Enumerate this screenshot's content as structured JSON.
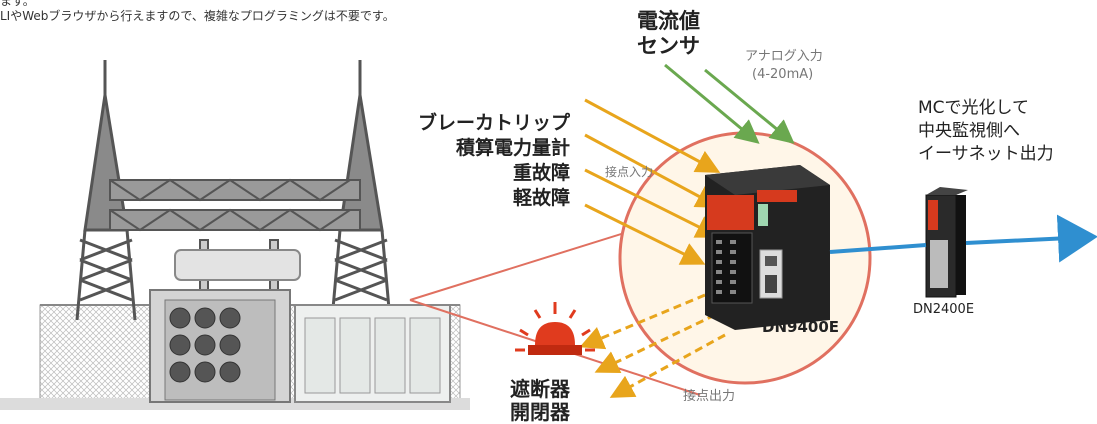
{
  "intro": {
    "line1": "ます。",
    "line2": "LIやWebブラウザから行えますので、複雑なプログラミングは不要です。"
  },
  "sensor": {
    "line1": "電流値",
    "line2": "センサ"
  },
  "analog": {
    "line1": "アナログ入力",
    "line2": "(4-20mA)"
  },
  "inputs": [
    "ブレーカトリップ",
    "積算電力量計",
    "重故障",
    "軽故障"
  ],
  "contact_input": "接点入力",
  "contact_output": "接点出力",
  "breaker": {
    "line1": "遮断器",
    "line2": "開閉器"
  },
  "controller_name": "DN9400E",
  "converter_name": "DN2400E",
  "mc_text": {
    "line1": "MCで光化して",
    "line2": "中央監視側へ",
    "line3": "イーサネット出力"
  },
  "colors": {
    "input_arrow": "#e8a51c",
    "analog_arrow": "#6aa84f",
    "output_arrow": "#2f8fd0",
    "zoom_outline": "#e07060",
    "device_red": "#d63a1e"
  }
}
